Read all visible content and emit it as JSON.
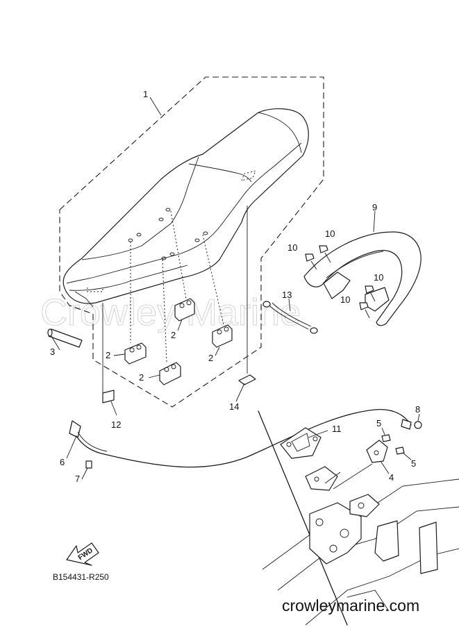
{
  "watermark": "Crowley Marine",
  "drawing_code": "B154431-R250",
  "site_url": "crowleymarine.com",
  "fwd_label": "FWD",
  "callouts": {
    "seat": "1",
    "damper_a": "2",
    "damper_b": "2",
    "damper_c": "2",
    "damper_d": "2",
    "tube": "3",
    "lock_bracket": "4",
    "bolt_a": "5",
    "bolt_b": "5",
    "cable_end": "6",
    "screw": "7",
    "cable_clip": "8",
    "grab_bar": "9",
    "bolt_10a": "10",
    "bolt_10b": "10",
    "bolt_10c": "10",
    "bolt_10d": "10",
    "hook": "11",
    "label_12": "12",
    "wire_13": "13",
    "label_14": "14"
  }
}
